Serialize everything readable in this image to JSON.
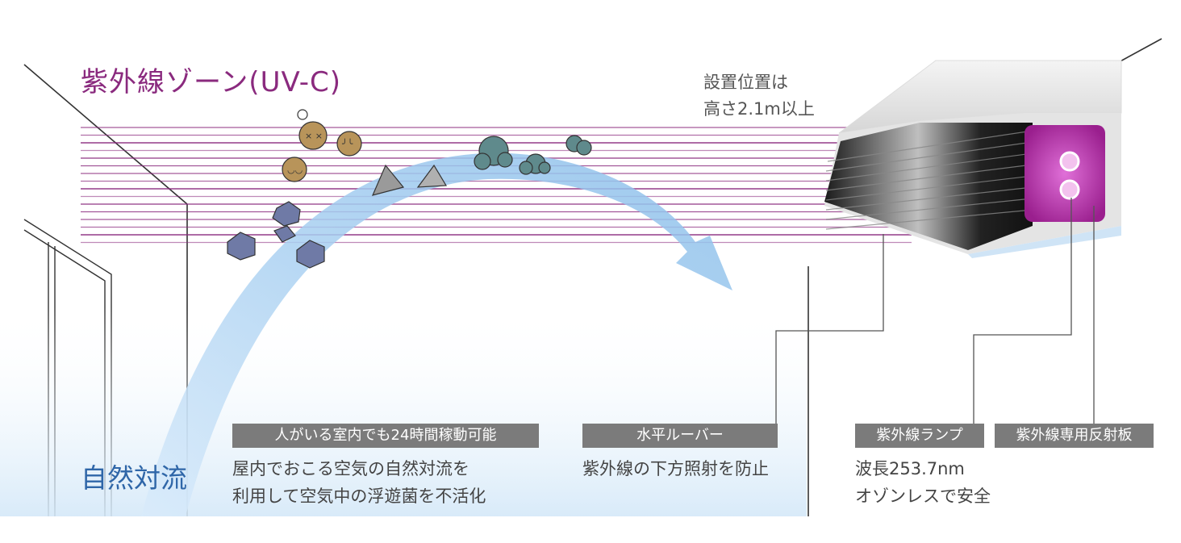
{
  "zone_title": "紫外線ゾーン(UV-C)",
  "install_note": [
    "設置位置は",
    "高さ2.1m以上"
  ],
  "convection_label": "自然対流",
  "features": [
    {
      "tag": "人がいる室内でも24時間稼動可能",
      "lines": [
        "屋内でおこる空気の自然対流を",
        "利用して空気中の浮遊菌を不活化"
      ]
    },
    {
      "tag": "水平ルーバー",
      "lines": [
        "紫外線の下方照射を防止"
      ]
    },
    {
      "tag": "紫外線ランプ",
      "lines": [
        "波長253.7nm",
        "オゾンレスで安全"
      ]
    },
    {
      "tag": "紫外線専用反射板",
      "lines": []
    }
  ],
  "colors": {
    "uv_purple": "#8a2a7e",
    "convection_blue": "#2f66a8",
    "arrow_blue": "#9cc8ee",
    "tag_gray": "#7b7b7b",
    "microbe_brown": "#b8945a",
    "microbe_slate": "#6f7aa6",
    "microbe_teal": "#5f8a8c"
  },
  "icons": [
    "sad-microbe-icon",
    "dizzy-microbe-icon",
    "pyramid-virus-icon",
    "hexagon-virus-icon",
    "uv-device-icon"
  ]
}
